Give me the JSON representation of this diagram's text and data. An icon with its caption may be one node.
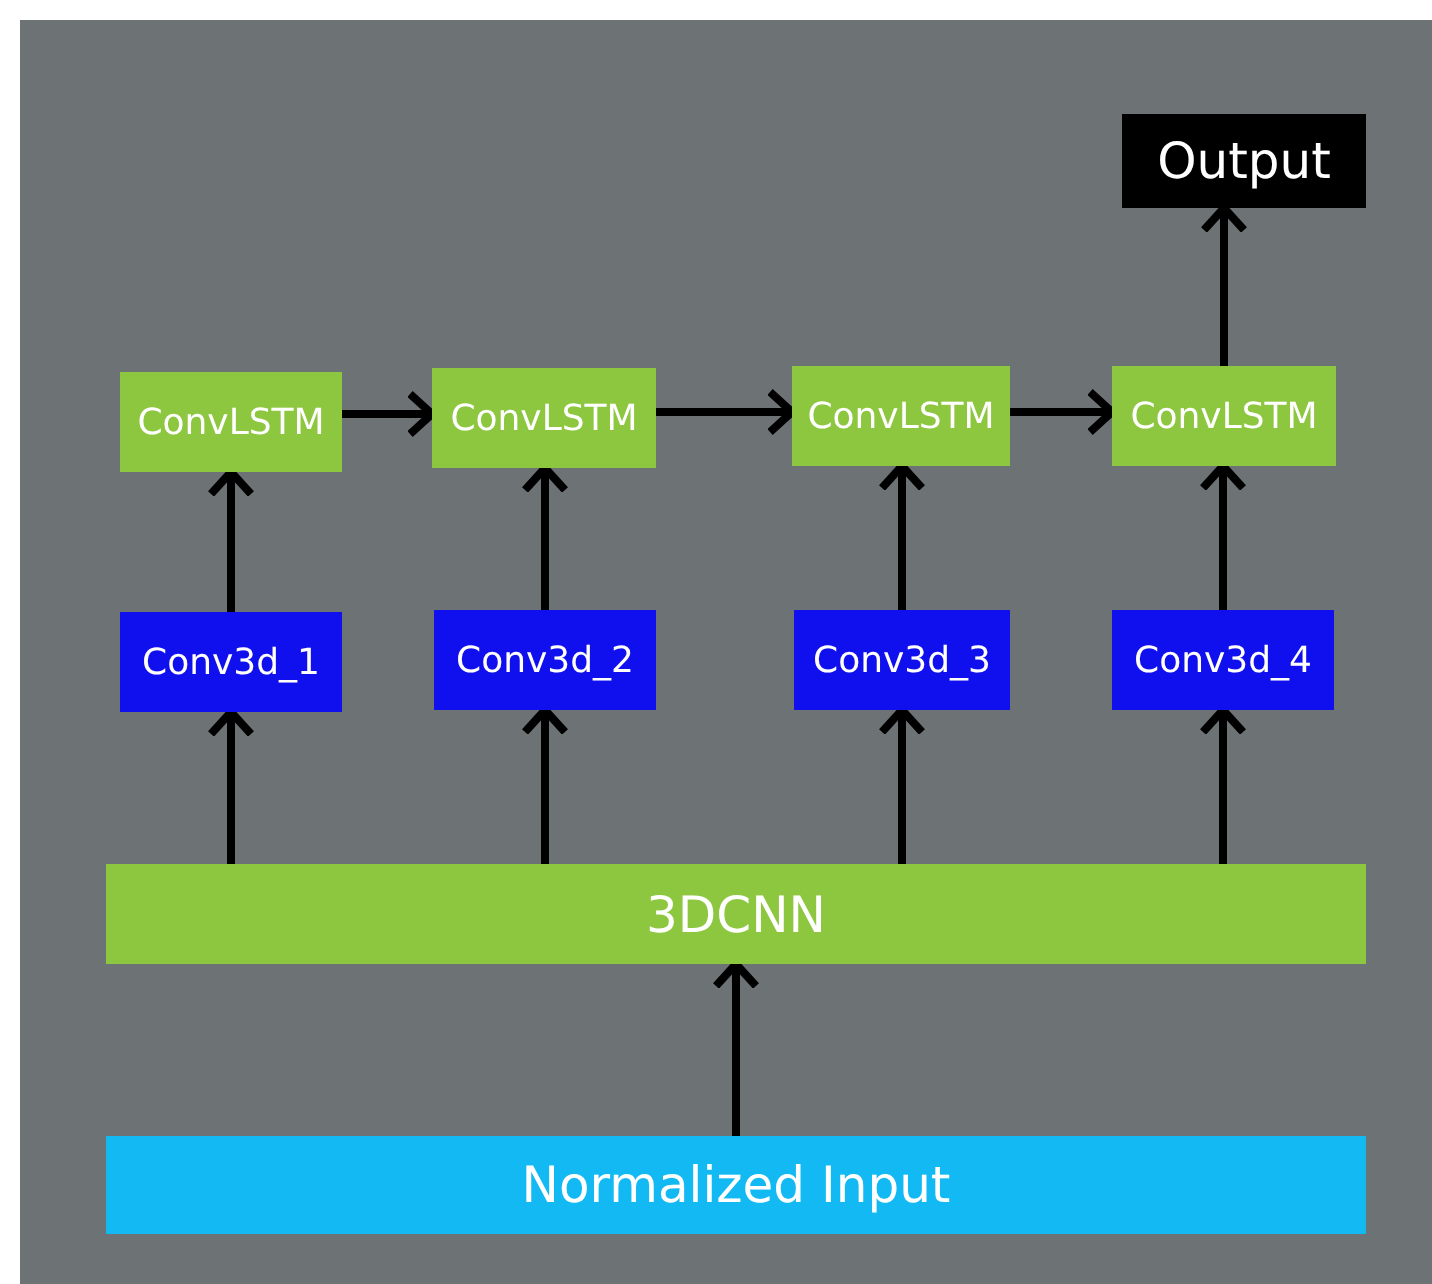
{
  "diagram": {
    "nodes": [
      {
        "text": [
          "Output"
        ]
      },
      {
        "text": [
          "ConvLSTM"
        ]
      },
      {
        "text": [
          "ConvLSTM"
        ]
      },
      {
        "text": [
          "ConvLSTM"
        ]
      },
      {
        "text": [
          "ConvLSTM"
        ]
      },
      {
        "text": [
          "Conv3d_1"
        ]
      },
      {
        "text": [
          "Conv3d_2"
        ]
      },
      {
        "text": [
          "Conv3d_3"
        ]
      },
      {
        "text": [
          "Conv3d_4"
        ]
      },
      {
        "text": [
          "3DCNN"
        ]
      },
      {
        "text": [
          "Normalized Input"
        ]
      }
    ],
    "edges": [
      {
        "from": 10,
        "to": 9,
        "arrow": "to"
      },
      {
        "from": 9,
        "to": 5,
        "arrow": "to"
      },
      {
        "from": 9,
        "to": 6,
        "arrow": "to"
      },
      {
        "from": 9,
        "to": 7,
        "arrow": "to"
      },
      {
        "from": 9,
        "to": 8,
        "arrow": "to"
      },
      {
        "from": 5,
        "to": 1,
        "arrow": "to"
      },
      {
        "from": 6,
        "to": 2,
        "arrow": "to"
      },
      {
        "from": 7,
        "to": 3,
        "arrow": "to"
      },
      {
        "from": 8,
        "to": 4,
        "arrow": "to"
      },
      {
        "from": 1,
        "to": 2,
        "arrow": "to"
      },
      {
        "from": 2,
        "to": 3,
        "arrow": "to"
      },
      {
        "from": 3,
        "to": 4,
        "arrow": "to"
      },
      {
        "from": 4,
        "to": 0,
        "arrow": "to"
      }
    ]
  }
}
